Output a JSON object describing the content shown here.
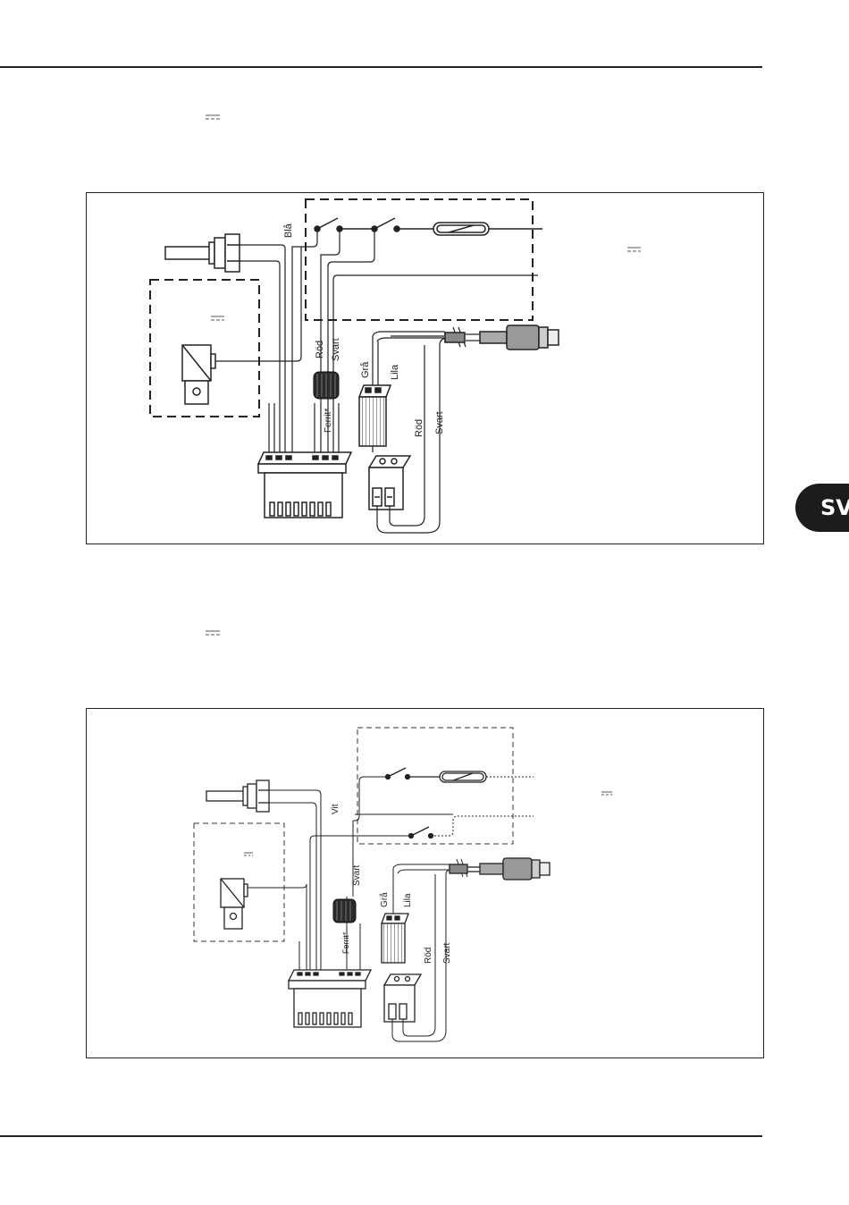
{
  "side_tab": {
    "label": "SV"
  },
  "dc_symbol": "⎓",
  "diagram1": {
    "wire_labels": {
      "bla": "Blå",
      "rod_top": "Röd",
      "svart_top": "Svart",
      "gra": "Grå",
      "lila": "Lila",
      "ferrit": "Ferrit*",
      "rod_bottom": "Röd",
      "svart_bottom": "Svart"
    }
  },
  "diagram2": {
    "wire_labels": {
      "vit": "Vit",
      "svart_top": "Svart",
      "gra": "Grå",
      "lila": "Lila",
      "ferrit": "Ferrit*",
      "rod_bottom": "Röd",
      "svart_bottom": "Svart"
    }
  }
}
